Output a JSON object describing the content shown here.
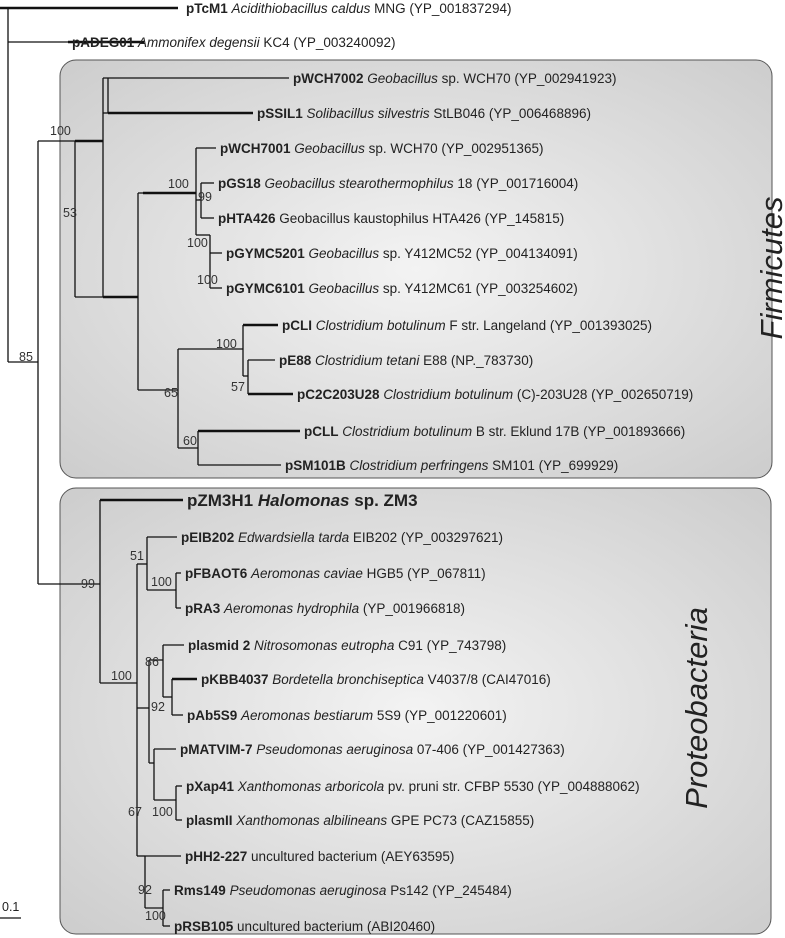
{
  "groups": {
    "firmicutes": "Firmicutes",
    "proteobacteria": "Proteobacteria"
  },
  "scale_bar": "0.1",
  "bootstrap": {
    "n85": "85",
    "n100a": "100",
    "n53": "53",
    "n100b": "100",
    "n99a": "99",
    "n100c": "100",
    "n100d": "100",
    "n65": "65",
    "n100e": "100",
    "n57": "57",
    "n60": "60",
    "n99b": "99",
    "n100f": "100",
    "n51": "51",
    "n100g": "100",
    "n86": "86",
    "n92a": "92",
    "n100h": "100",
    "n67": "67",
    "n92b": "92",
    "n100i": "100"
  },
  "taxa": [
    {
      "bold": "pTcM1",
      "ital": "Acidithiobacillus caldus",
      "rest": "MNG (YP_001837294)"
    },
    {
      "bold": "pADEG01",
      "ital": "Ammonifex degensii",
      "rest": "KC4 (YP_003240092)"
    },
    {
      "bold": "pWCH7002",
      "ital": "Geobacillus",
      "rest": "sp. WCH70 (YP_002941923)"
    },
    {
      "bold": "pSSIL1",
      "ital": "Solibacillus silvestris",
      "rest": "StLB046 (YP_006468896)"
    },
    {
      "bold": "pWCH7001",
      "ital": "Geobacillus",
      "rest": "sp. WCH70 (YP_002951365)"
    },
    {
      "bold": "pGS18",
      "ital": "Geobacillus stearothermophilus",
      "rest": "18 (YP_001716004)"
    },
    {
      "bold": "pHTA426",
      "ital": "",
      "rest": "Geobacillus kaustophilus HTA426 (YP_145815)"
    },
    {
      "bold": "pGYMC5201",
      "ital": "Geobacillus",
      "rest": "sp. Y412MC52 (YP_004134091)"
    },
    {
      "bold": "pGYMC6101",
      "ital": "Geobacillus",
      "rest": "sp. Y412MC61 (YP_003254602)"
    },
    {
      "bold": "pCLI",
      "ital": "Clostridium botulinum",
      "rest": "F str. Langeland (YP_001393025)"
    },
    {
      "bold": "pE88",
      "ital": "Clostridium tetani",
      "rest": "E88 (NP._783730)"
    },
    {
      "bold": "pC2C203U28",
      "ital": "Clostridium botulinum",
      "rest": "(C)-203U28 (YP_002650719)"
    },
    {
      "bold": "pCLL",
      "ital": "Clostridium botulinum",
      "rest": "B str. Eklund 17B (YP_001893666)"
    },
    {
      "bold": "pSM101B",
      "ital": "Clostridium perfringens",
      "rest": "SM101 (YP_699929)"
    },
    {
      "bold": "pZM3H1",
      "bold_ital": "Halomonas",
      "bold_rest": "sp. ZM3"
    },
    {
      "bold": "pEIB202",
      "ital": "Edwardsiella tarda",
      "rest": "EIB202 (YP_003297621)"
    },
    {
      "bold": "pFBAOT6",
      "ital": "Aeromonas caviae",
      "rest": "HGB5 (YP_067811)"
    },
    {
      "bold": "pRA3",
      "ital": "Aeromonas hydrophila",
      "rest": "(YP_001966818)"
    },
    {
      "bold": "plasmid 2",
      "ital": "Nitrosomonas eutropha",
      "rest": "C91 (YP_743798)"
    },
    {
      "bold": "pKBB4037",
      "ital": "Bordetella bronchiseptica",
      "rest": "V4037/8 (CAI47016)"
    },
    {
      "bold": "pAb5S9",
      "ital": "Aeromonas bestiarum",
      "rest": "5S9 (YP_001220601)"
    },
    {
      "bold": "pMATVIM-7",
      "ital": "Pseudomonas aeruginosa",
      "rest": "07-406 (YP_001427363)"
    },
    {
      "bold": "pXap41",
      "ital": "Xanthomonas arboricola",
      "rest": "pv. pruni str. CFBP 5530 (YP_004888062)"
    },
    {
      "bold": "plasmII",
      "ital": "Xanthomonas albilineans",
      "rest": "GPE PC73 (CAZ15855)"
    },
    {
      "bold": "pHH2-227",
      "ital": "",
      "rest": "uncultured bacterium (AEY63595)"
    },
    {
      "bold": "Rms149",
      "ital": "Pseudomonas aeruginosa",
      "rest": "Ps142 (YP_245484)"
    },
    {
      "bold": "pRSB105",
      "ital": "",
      "rest": "uncultured bacterium (ABI20460)"
    }
  ]
}
